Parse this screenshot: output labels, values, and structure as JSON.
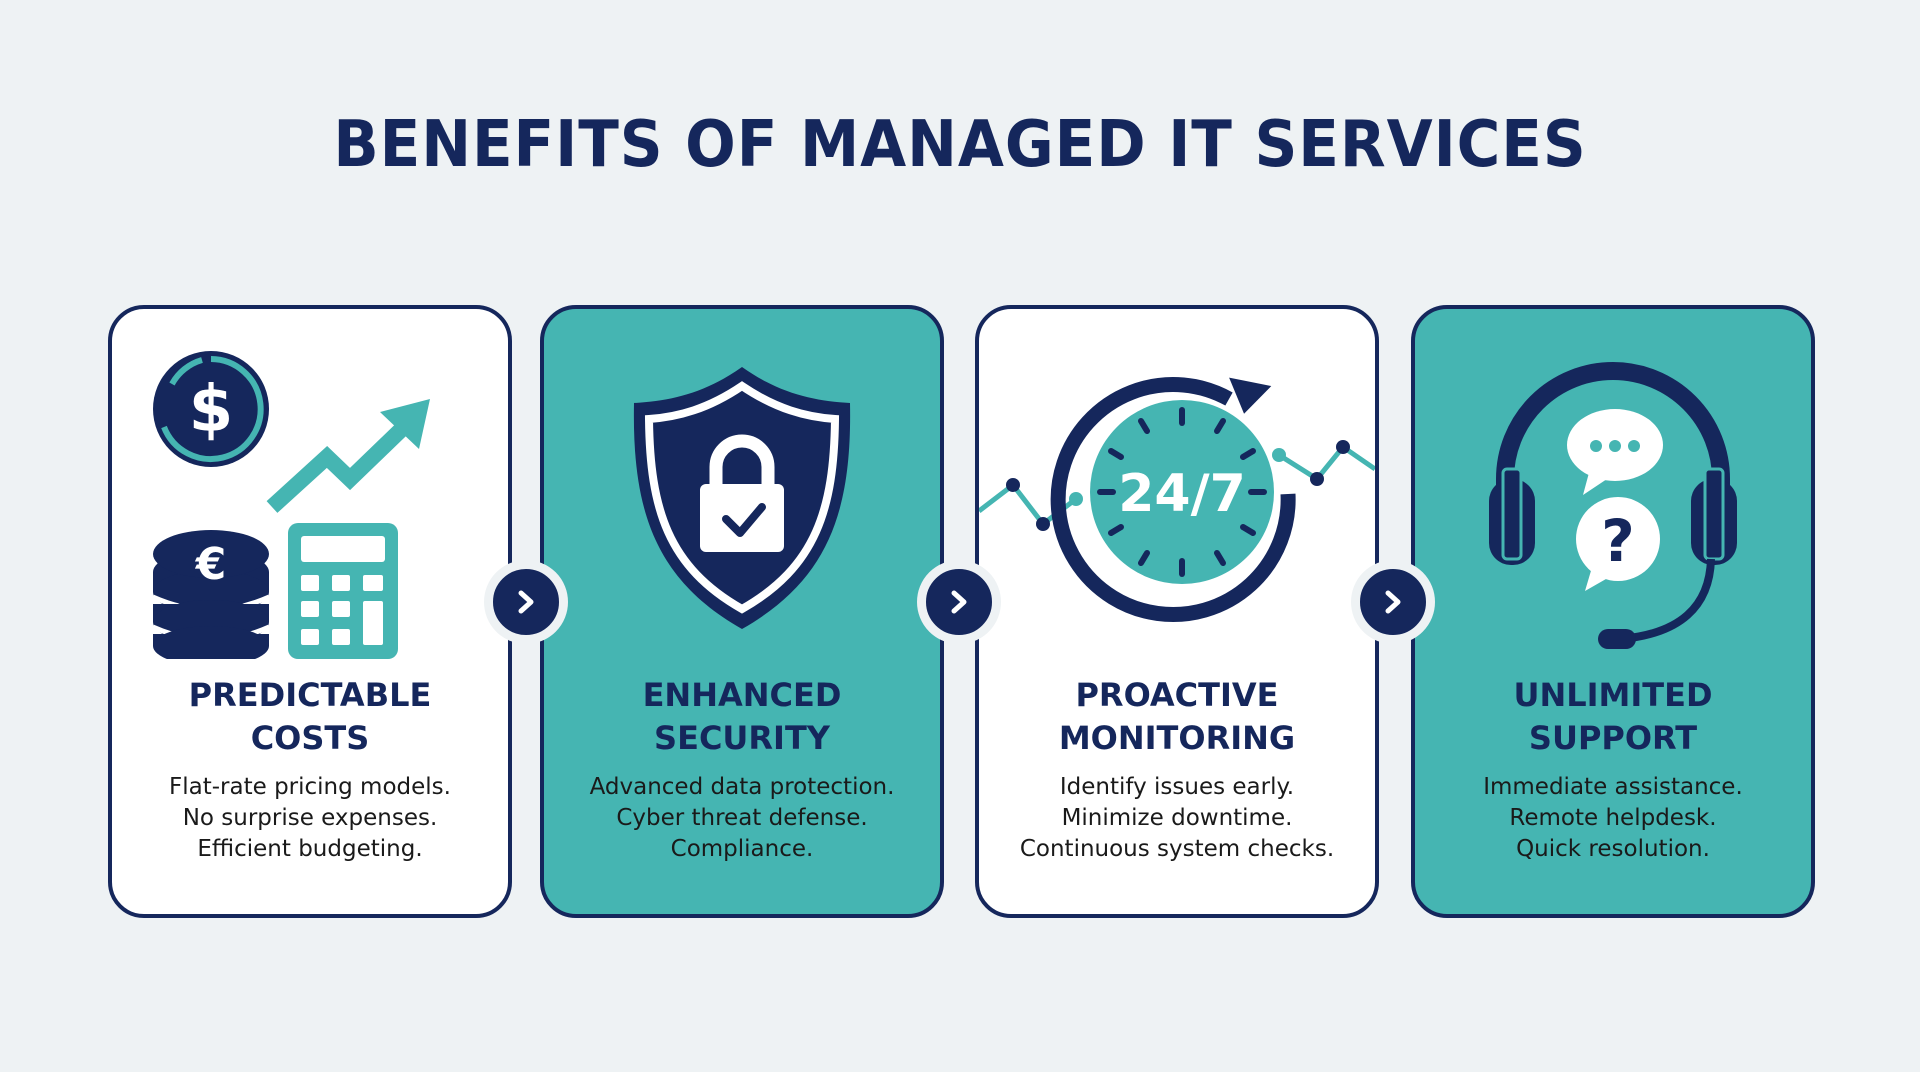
{
  "title": "BENEFITS OF MANAGED IT SERVICES",
  "colors": {
    "navy": "#15275c",
    "teal": "#45b5b2",
    "background": "#eef2f4",
    "card_white": "#ffffff"
  },
  "cards": [
    {
      "heading_line1": "PREDICTABLE",
      "heading_line2": "COSTS",
      "style": "white",
      "icon": "coins-calculator-growth-icon",
      "lines": [
        "Flat-rate pricing models.",
        "No surprise expenses.",
        "Efficient budgeting."
      ]
    },
    {
      "heading_line1": "ENHANCED",
      "heading_line2": "SECURITY",
      "style": "teal",
      "icon": "shield-lock-check-icon",
      "lines": [
        "Advanced data protection.",
        "Cyber threat defense.",
        "Compliance."
      ]
    },
    {
      "heading_line1": "PROACTIVE",
      "heading_line2": "MONITORING",
      "style": "white",
      "icon": "clock-24-7-icon",
      "icon_text": "24/7",
      "lines": [
        "Identify issues early.",
        "Minimize downtime.",
        "Continuous system checks."
      ]
    },
    {
      "heading_line1": "UNLIMITED",
      "heading_line2": "SUPPORT",
      "style": "teal",
      "icon": "headset-chat-icon",
      "lines": [
        "Immediate assistance.",
        "Remote helpdesk.",
        "Quick resolution."
      ]
    }
  ],
  "connectors": [
    {
      "icon": "chevron-right-icon"
    },
    {
      "icon": "chevron-right-icon"
    },
    {
      "icon": "chevron-right-icon"
    }
  ]
}
